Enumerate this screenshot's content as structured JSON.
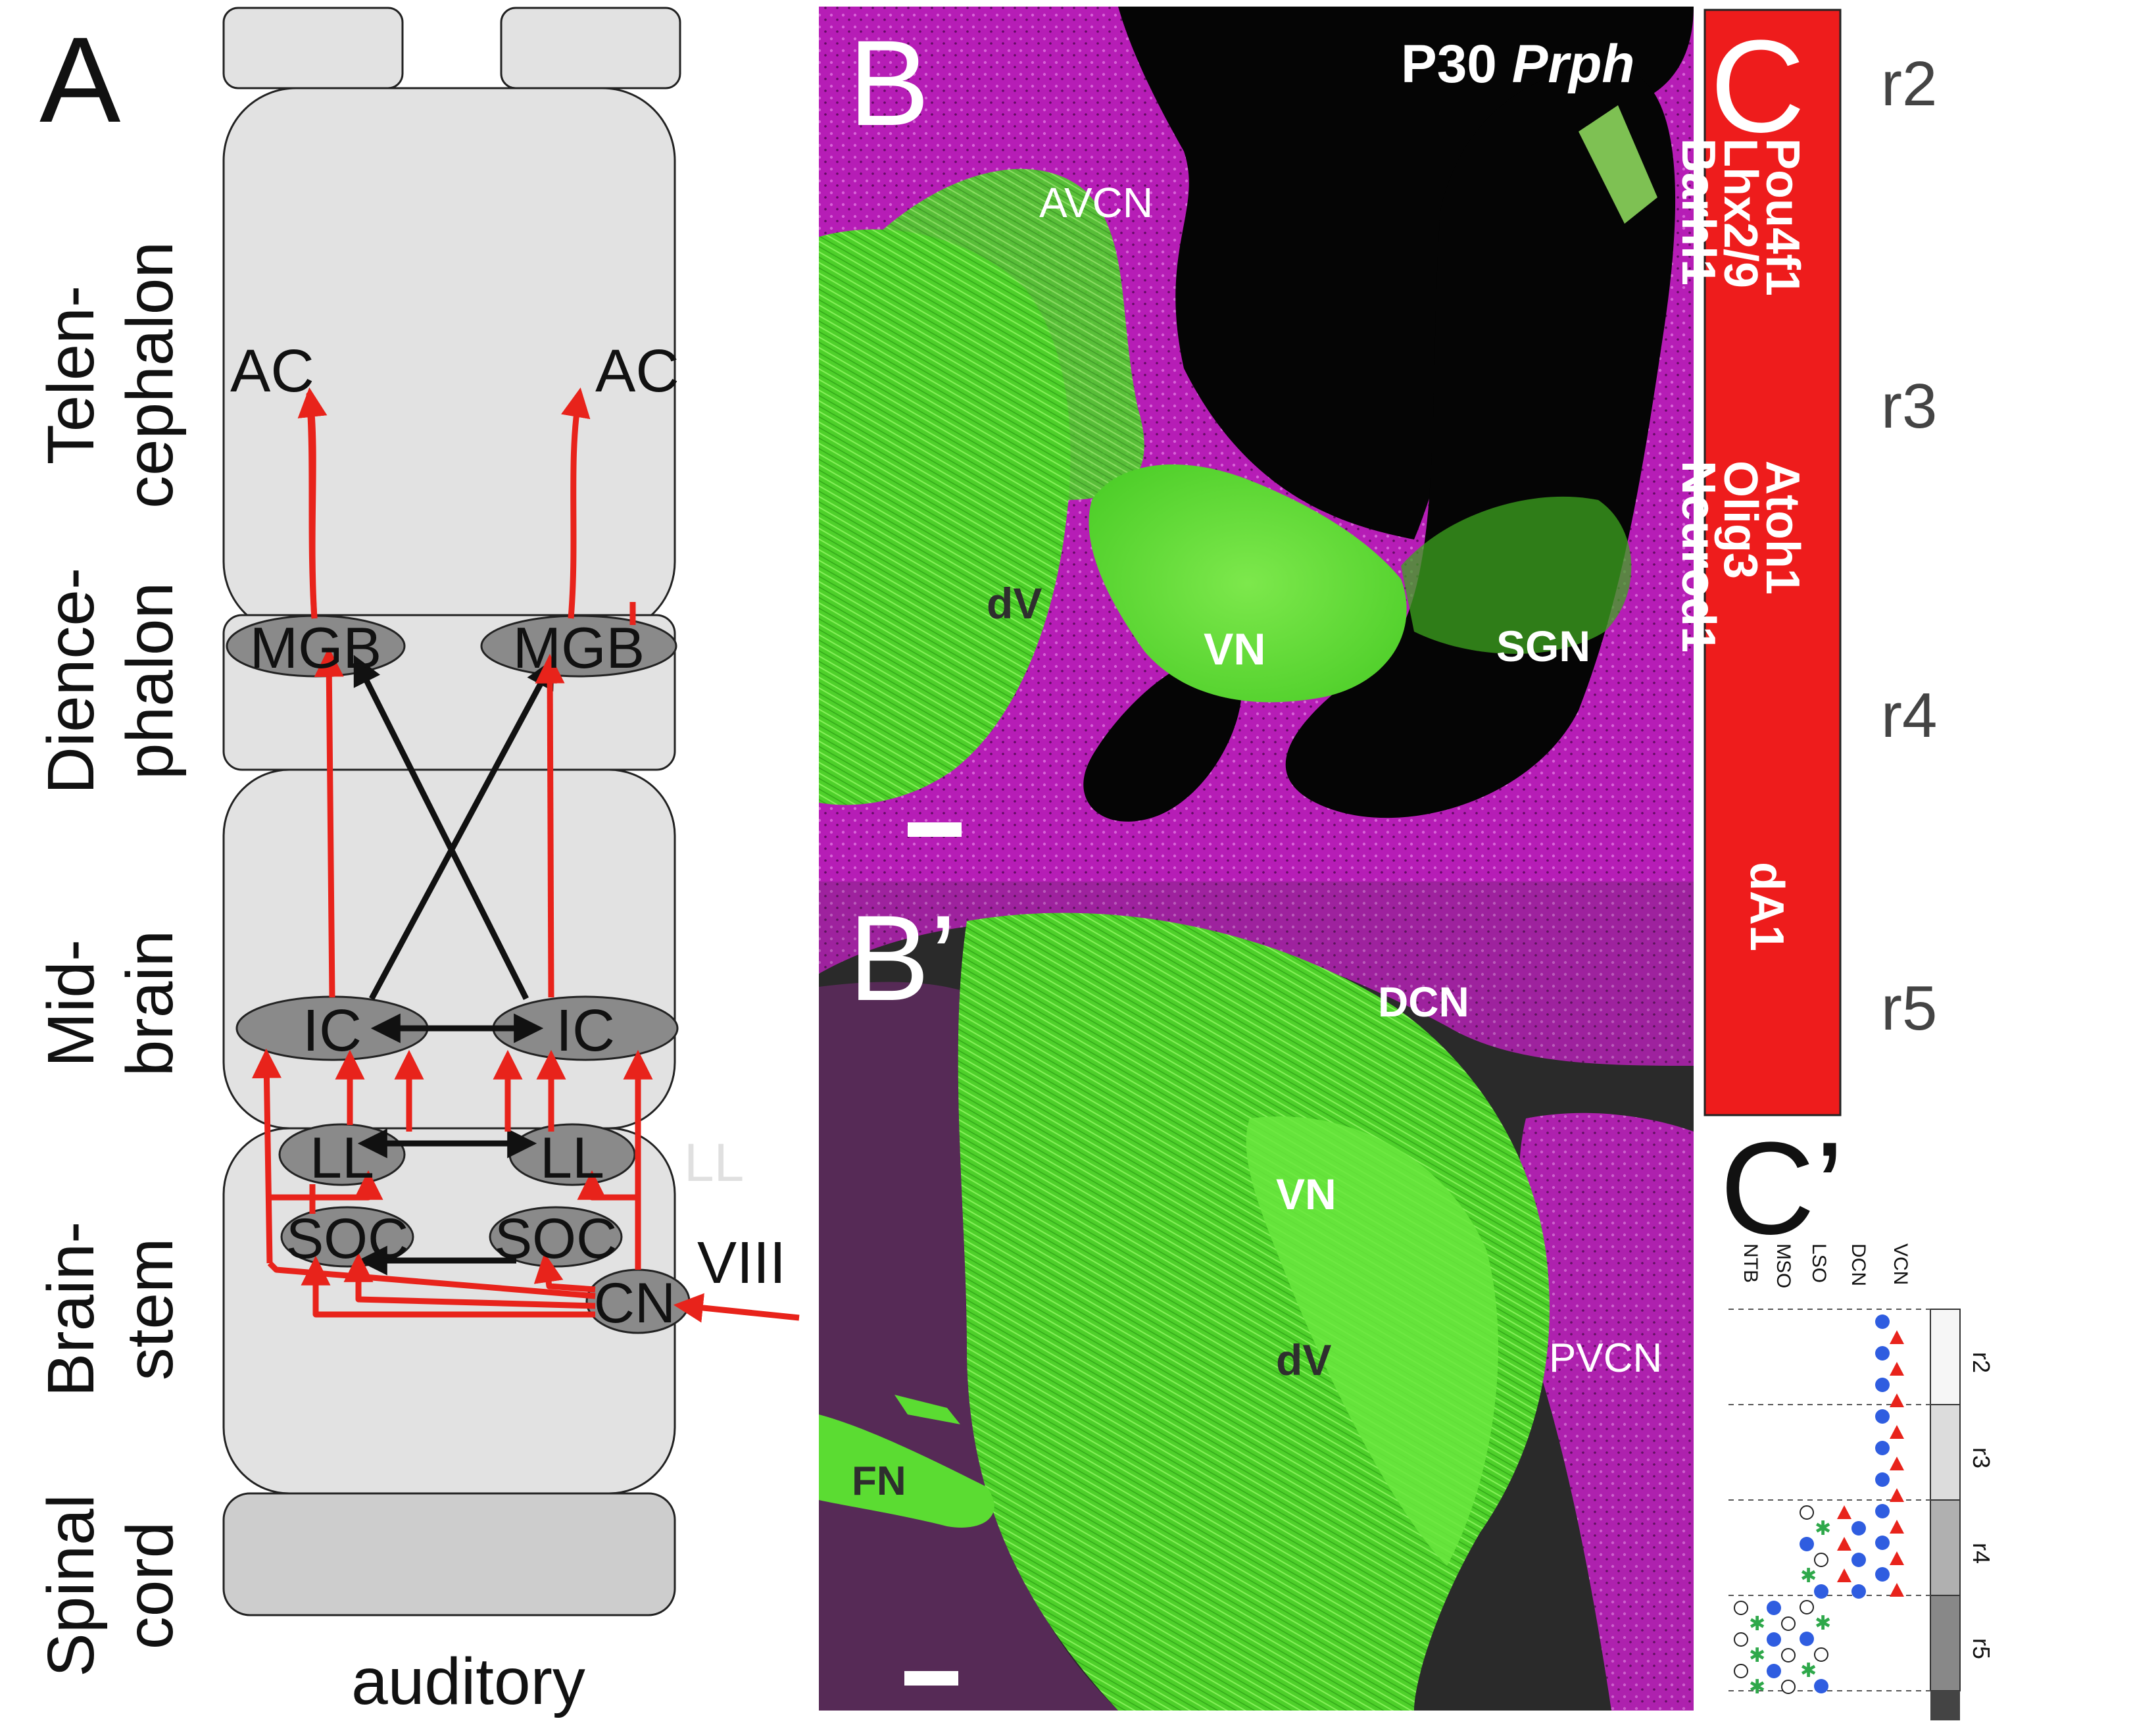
{
  "panel_a": {
    "letter": "A",
    "regions": [
      {
        "line1": "Telen-",
        "line2": "cephalon"
      },
      {
        "line1": "Dience-",
        "line2": "phalon"
      },
      {
        "line1": "Mid-",
        "line2": "brain"
      },
      {
        "line1": "Brain-",
        "line2": "stem"
      },
      {
        "line1": "Spinal",
        "line2": "cord"
      }
    ],
    "nuclei": {
      "ac_left": "AC",
      "ac_right": "AC",
      "mgb_left": "MGB",
      "mgb_right": "MGB",
      "ic_left": "IC",
      "ic_right": "IC",
      "ll_left": "LL",
      "ll_right": "LL",
      "ll_outside": "LL",
      "soc_left": "SOC",
      "soc_right": "SOC",
      "cn": "CN",
      "nerve": "VIII"
    },
    "caption": "auditory",
    "colors": {
      "pathway": "#e8231b",
      "crossing": "#111111",
      "box": "#e2e2e2",
      "nucleus": "#8a8a8a"
    }
  },
  "panel_b": {
    "letter": "B",
    "title": "P30",
    "title_gene": "Prph",
    "labels": {
      "avcn": "AVCN",
      "dv": "dV",
      "vn": "VN",
      "sgn": "SGN"
    }
  },
  "panel_b2": {
    "letter": "B’",
    "labels": {
      "dcn": "DCN",
      "vn": "VN",
      "dv": "dV",
      "pvcn": "PVCN",
      "fn": "FN"
    }
  },
  "panel_c": {
    "letter": "C",
    "genes_col1": [
      "Pou4f1",
      "Lhx2/9",
      "Barhl1"
    ],
    "genes_col2": [
      "Atoh1",
      "Olig3",
      "Neurod1"
    ],
    "domain": "dA1",
    "rhombomeres": [
      "r2",
      "r3",
      "r4",
      "r5"
    ],
    "color": "#ee1c1c"
  },
  "panel_c2": {
    "letter": "C’",
    "columns": [
      "NTB",
      "MSO",
      "LSO",
      "DCN",
      "VCN"
    ],
    "rhombomeres": [
      "r2",
      "r3",
      "r4",
      "r5"
    ]
  }
}
